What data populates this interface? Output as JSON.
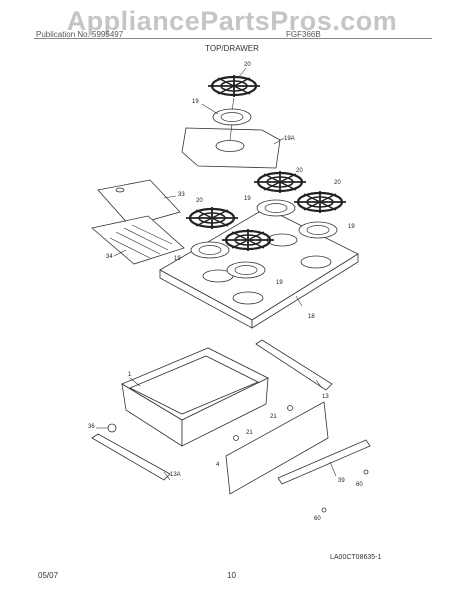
{
  "watermark": "AppliancePartsPros.com",
  "header": {
    "left": "Publication No. 5995497",
    "right": "FGF366B",
    "title": "TOP/DRAWER"
  },
  "callouts": {
    "c20a": "20",
    "c19a": "19",
    "c19A": "19A",
    "c33": "33",
    "c34": "34",
    "c20b": "20",
    "c20c": "20",
    "c20d": "20",
    "c19b": "19",
    "c19c": "19",
    "c19d": "19",
    "c19e": "19",
    "c18": "18",
    "c1": "1",
    "c13": "13",
    "c21a": "21",
    "c21b": "21",
    "c36": "36",
    "c4": "4",
    "c13A": "13A",
    "c39": "39",
    "c60a": "60",
    "c60b": "60"
  },
  "figure_id": "LA00CT08635-1",
  "footer": {
    "date": "05/07",
    "page": "10"
  }
}
